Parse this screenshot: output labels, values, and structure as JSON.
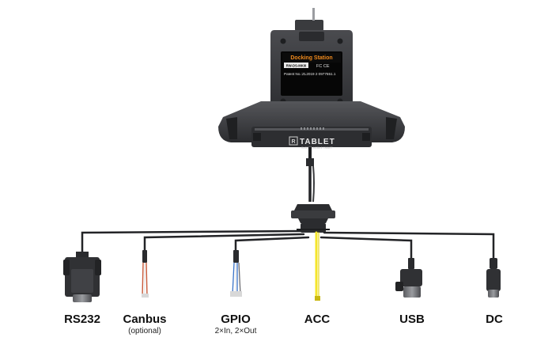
{
  "device": {
    "screen_title": "Docking Station",
    "screen_model": "RW-DS-MKIII",
    "screen_marks": "FC CE",
    "screen_patent": "Patent No.:ZL2019 2 0977551.1",
    "brand": "TABLET",
    "brand_tag": "RUGGED MOBILE TABLET"
  },
  "connectors": [
    {
      "label": "RS232",
      "sub": ""
    },
    {
      "label": "Canbus",
      "sub": "(optional)"
    },
    {
      "label": "GPIO",
      "sub": "2×In, 2×Out"
    },
    {
      "label": "ACC",
      "sub": ""
    },
    {
      "label": "USB",
      "sub": ""
    },
    {
      "label": "DC",
      "sub": ""
    }
  ],
  "colors": {
    "body_dark": "#2c2d30",
    "body_mid": "#45464a",
    "screen_accent": "#f08a1c",
    "acc_wire": "#f4e52a"
  }
}
